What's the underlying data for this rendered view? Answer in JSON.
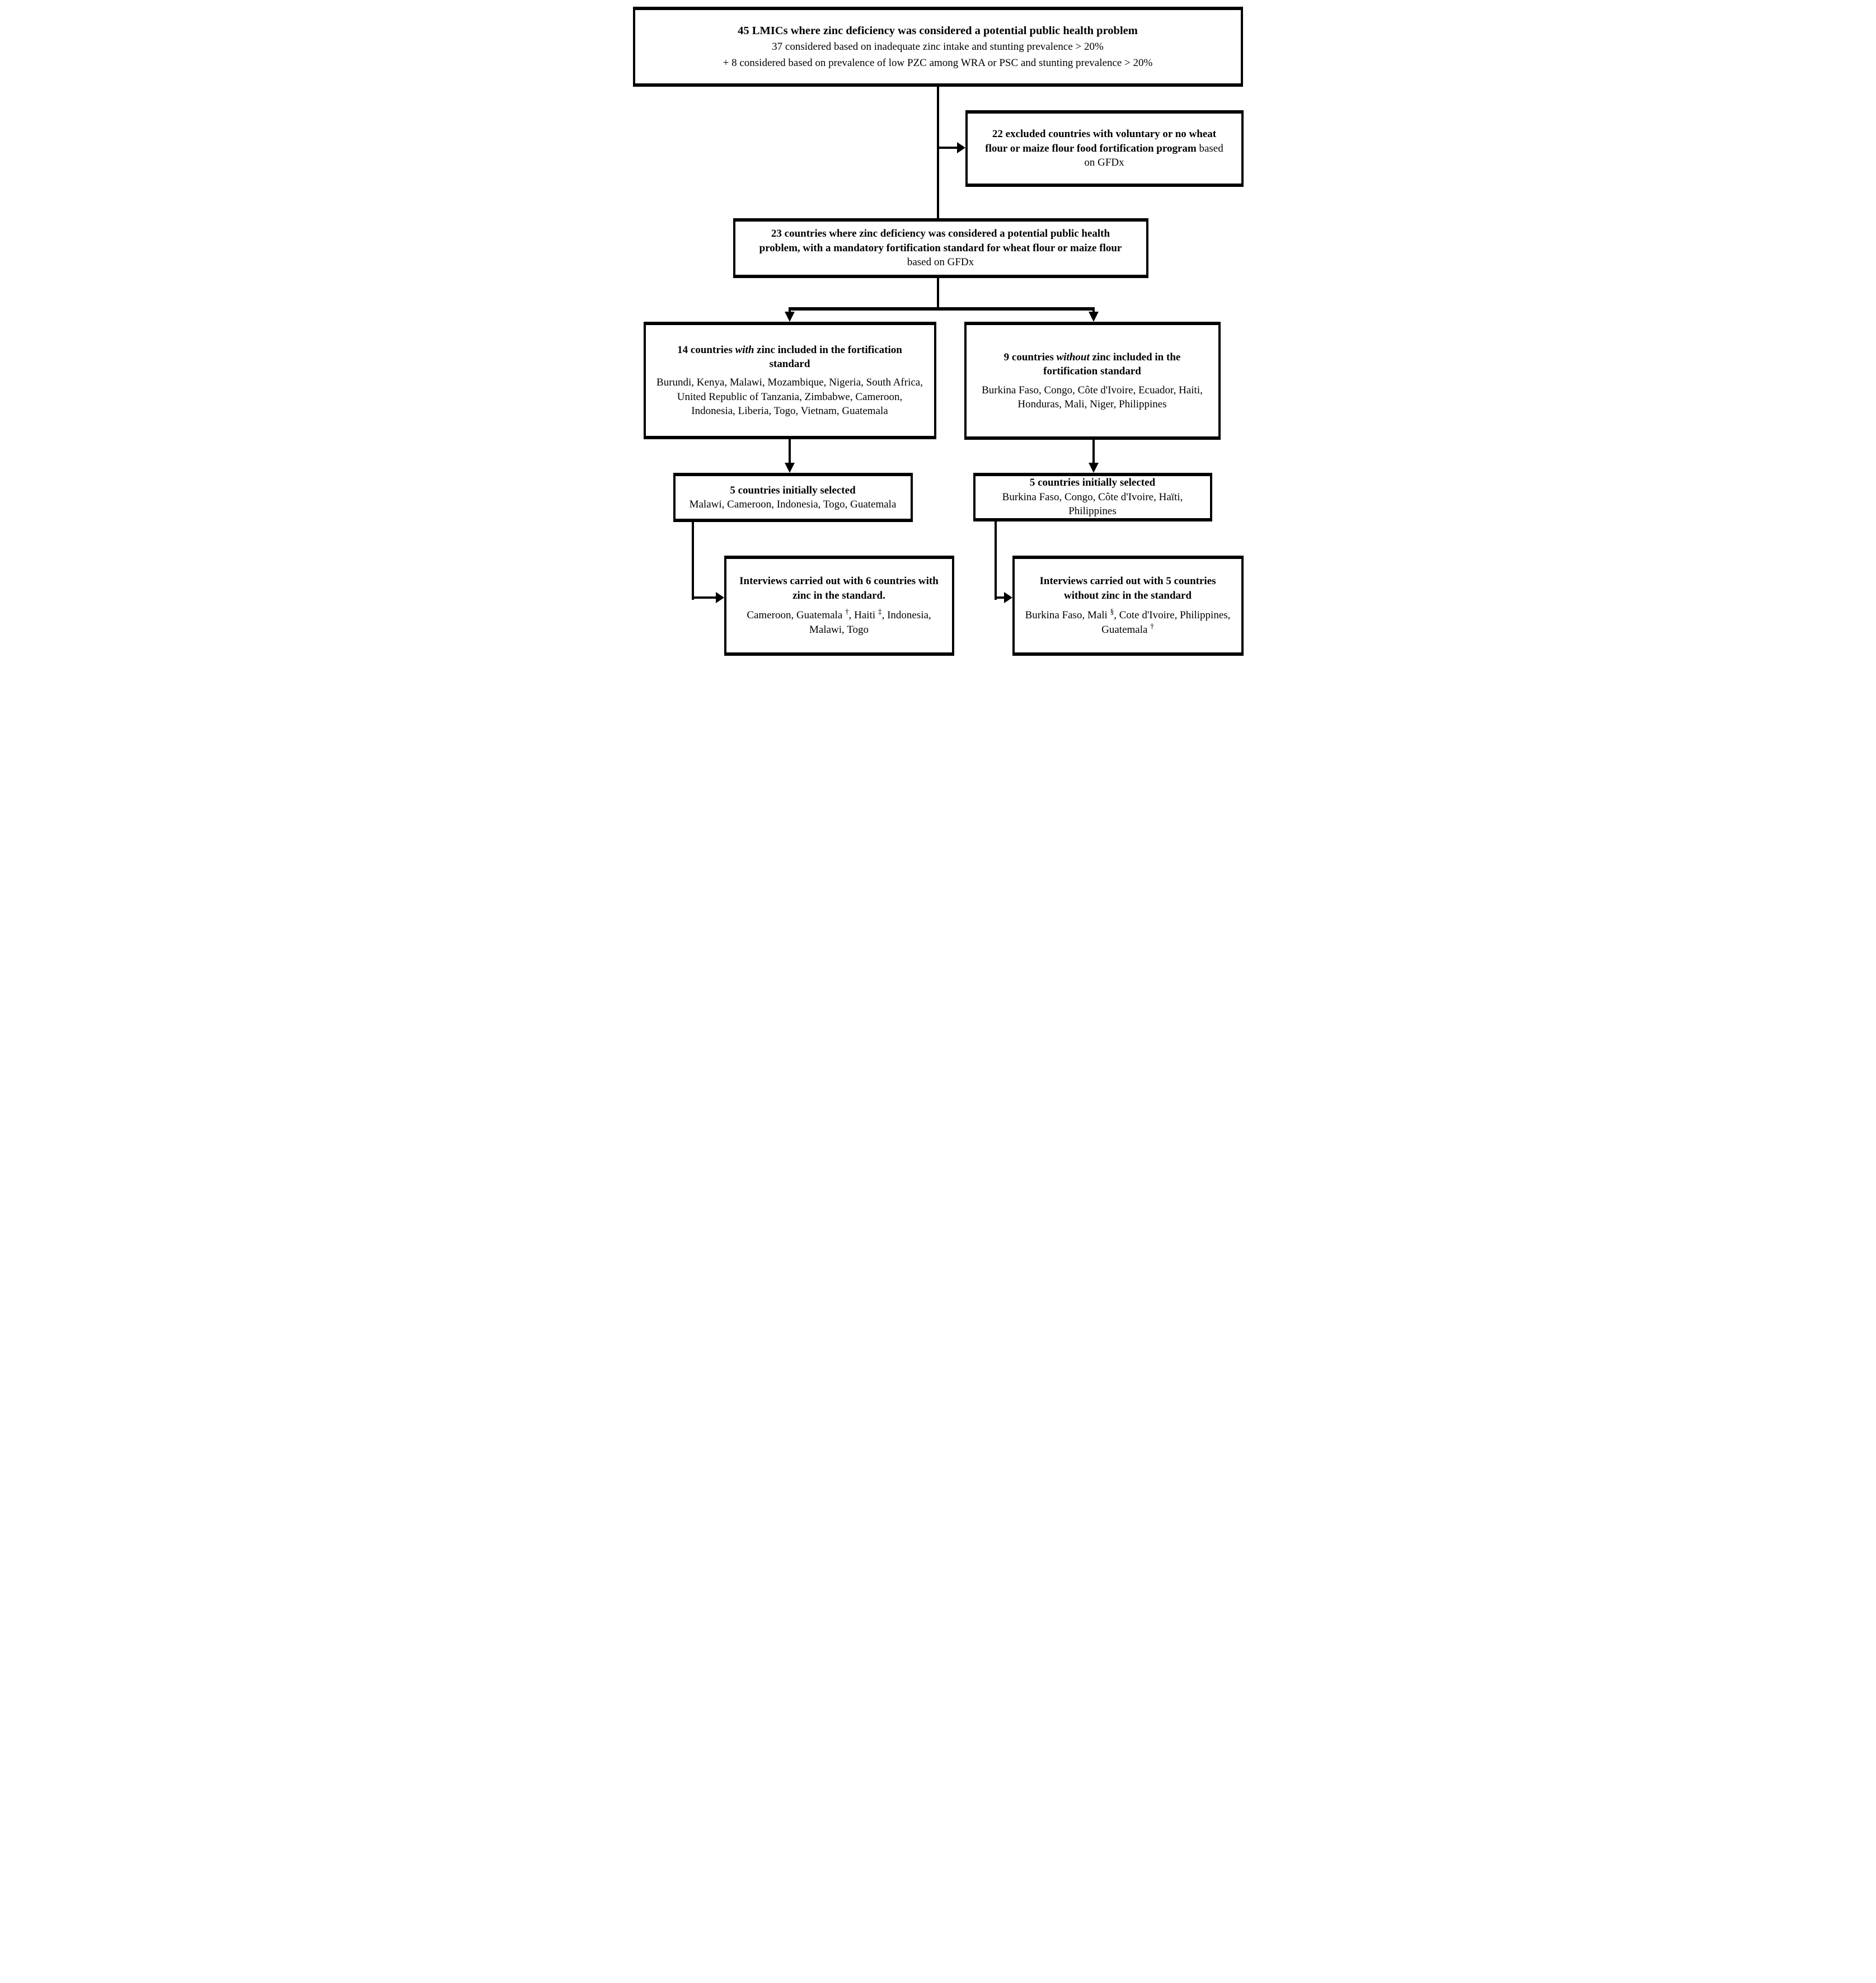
{
  "page": {
    "background_color": "#ffffff",
    "line_color": "#000000",
    "text_color": "#000000"
  },
  "boxes": {
    "lmics45": {
      "line1": "45 LMICs where zinc deficiency was considered a potential public health problem",
      "line2": "37 considered based on inadequate zinc intake and stunting prevalence > 20%",
      "line3": "+ 8 considered based on prevalence of low PZC among WRA or PSC and stunting prevalence > 20%"
    },
    "excluded22": {
      "bold_text": "22 excluded countries with voluntary or no wheat flour or maize flour food fortification program",
      "plain_text": " based on GFDx"
    },
    "countries23": {
      "bold_text": "23 countries where zinc deficiency was considered a potential public health problem, with a mandatory fortification standard for wheat flour or maize flour",
      "plain_text": " based on GFDx"
    },
    "with14": {
      "title_pre": "14 countries ",
      "title_italic": "with",
      "title_post": " zinc included in the fortification standard",
      "list": "Burundi, Kenya, Malawi, Mozambique, Nigeria, South Africa, United Republic of Tanzania, Zimbabwe, Cameroon, Indonesia, Liberia, Togo, Vietnam, Guatemala"
    },
    "without9": {
      "title_pre": "9 countries ",
      "title_italic": "without",
      "title_post": " zinc included in the fortification standard",
      "list": "Burkina Faso, Congo, Côte d'Ivoire, Ecuador, Haiti, Honduras, Mali, Niger, Philippines"
    },
    "selected_with": {
      "title": "5 countries initially selected",
      "list": "Malawi, Cameroon, Indonesia, Togo, Guatemala"
    },
    "selected_without": {
      "title": "5 countries initially selected",
      "list": "Burkina Faso, Congo, Côte d'Ivoire, Haïti, Philippines"
    },
    "interviews_with": {
      "title": "Interviews carried out with 6 countries with zinc in the standard.",
      "list_p1": "Cameroon, Guatemala ",
      "list_sup1": "†",
      "list_p2": ", Haiti ",
      "list_sup2": "‡",
      "list_p3": ", Indonesia, Malawi, Togo"
    },
    "interviews_without": {
      "title": "Interviews carried out with 5 countries without zinc in the standard",
      "list_p1": "Burkina Faso, Mali ",
      "list_sup1": "§",
      "list_p2": ", Cote d'Ivoire, Philippines, Guatemala ",
      "list_sup2": "†"
    }
  }
}
